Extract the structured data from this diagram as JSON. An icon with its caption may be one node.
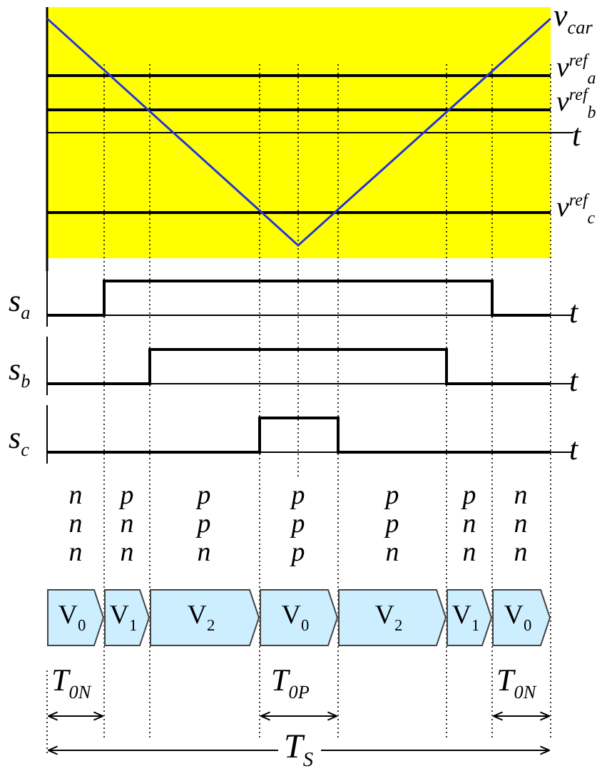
{
  "diagram": {
    "nodes": [
      {
        "text": [
          "V$_{0}$"
        ]
      },
      {
        "text": [
          "V$_{1}$"
        ]
      },
      {
        "text": [
          "V$_{2}$"
        ]
      },
      {
        "text": [
          "V$_{0}$"
        ]
      },
      {
        "text": [
          "V$_{2}$"
        ]
      },
      {
        "text": [
          "V$_{1}$"
        ]
      },
      {
        "text": [
          "V$_{0}$"
        ]
      }
    ],
    "labels": [
      "v$_{car}$",
      "v$^{ref}$$_{a}$",
      "v$^{ref}$$_{b}$",
      "t",
      "v$^{ref}$$_{c}$",
      "s$_{a}$",
      "t",
      "s$_{b}$",
      "t",
      "s$_{c}$",
      "t",
      "n n n",
      "p n n",
      "p p n",
      "p p p",
      "p p n",
      "p n n",
      "n n n",
      "T$_{0N}$",
      "T$_{0P}$",
      "T$_{0N}$",
      "T$_{S}$"
    ]
  }
}
